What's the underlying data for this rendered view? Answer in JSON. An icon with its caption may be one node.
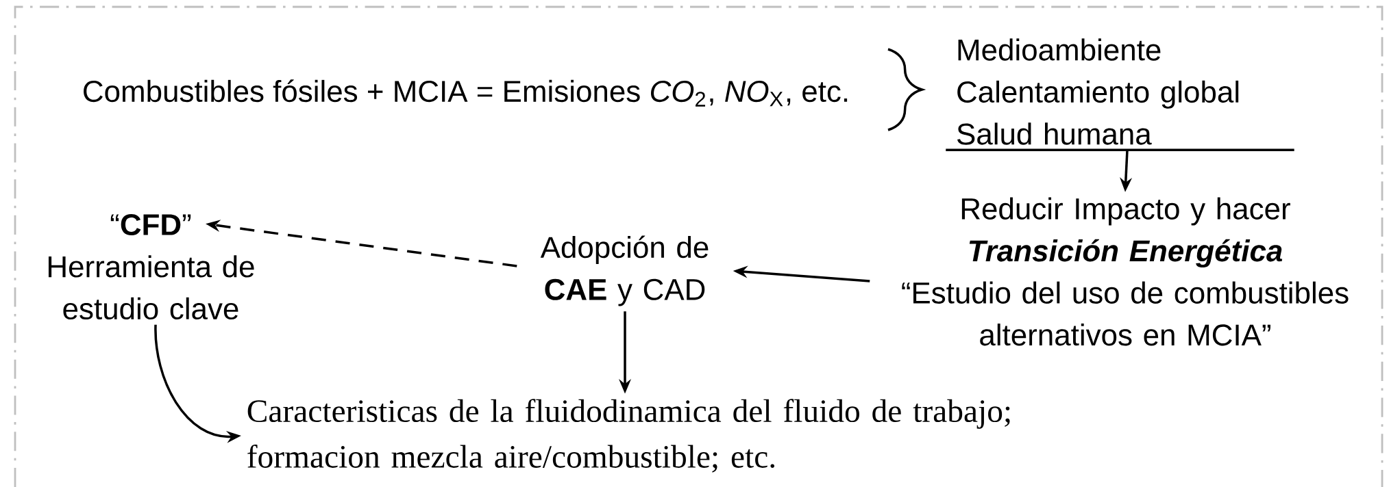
{
  "diagram": {
    "nodes": [
      {
        "text": [
          "Combustibles fósiles + MCIA  = Emisiones *CO*$_{2}$, *NO*$_{X}$, etc."
        ]
      },
      {
        "text": [
          "Medioambiente",
          "Calentamiento global",
          "Salud humana"
        ]
      },
      {
        "text": [
          "Reducir Impacto y hacer",
          "Transición Energética",
          "“Estudio del uso de combustibles alternativos en MCIA”"
        ]
      },
      {
        "text": [
          "Adopción de **CAE** y CAD"
        ]
      },
      {
        "text": [
          "“**CFD**”",
          "Herramienta de estudio clave"
        ]
      },
      {
        "text": [
          "Caracteristicas de la fluidodinamica del fluido de trabajo; formacion mezcla aire/combustible; etc."
        ]
      }
    ],
    "edges": [
      {
        "from": 1,
        "to": 2,
        "arrow": "to"
      },
      {
        "from": 2,
        "to": 3,
        "arrow": "to"
      },
      {
        "from": 3,
        "to": 4,
        "arrow": "to",
        "style": "dashed"
      },
      {
        "from": 3,
        "to": 5,
        "arrow": "to"
      },
      {
        "from": 4,
        "to": 5,
        "arrow": "to"
      }
    ]
  }
}
